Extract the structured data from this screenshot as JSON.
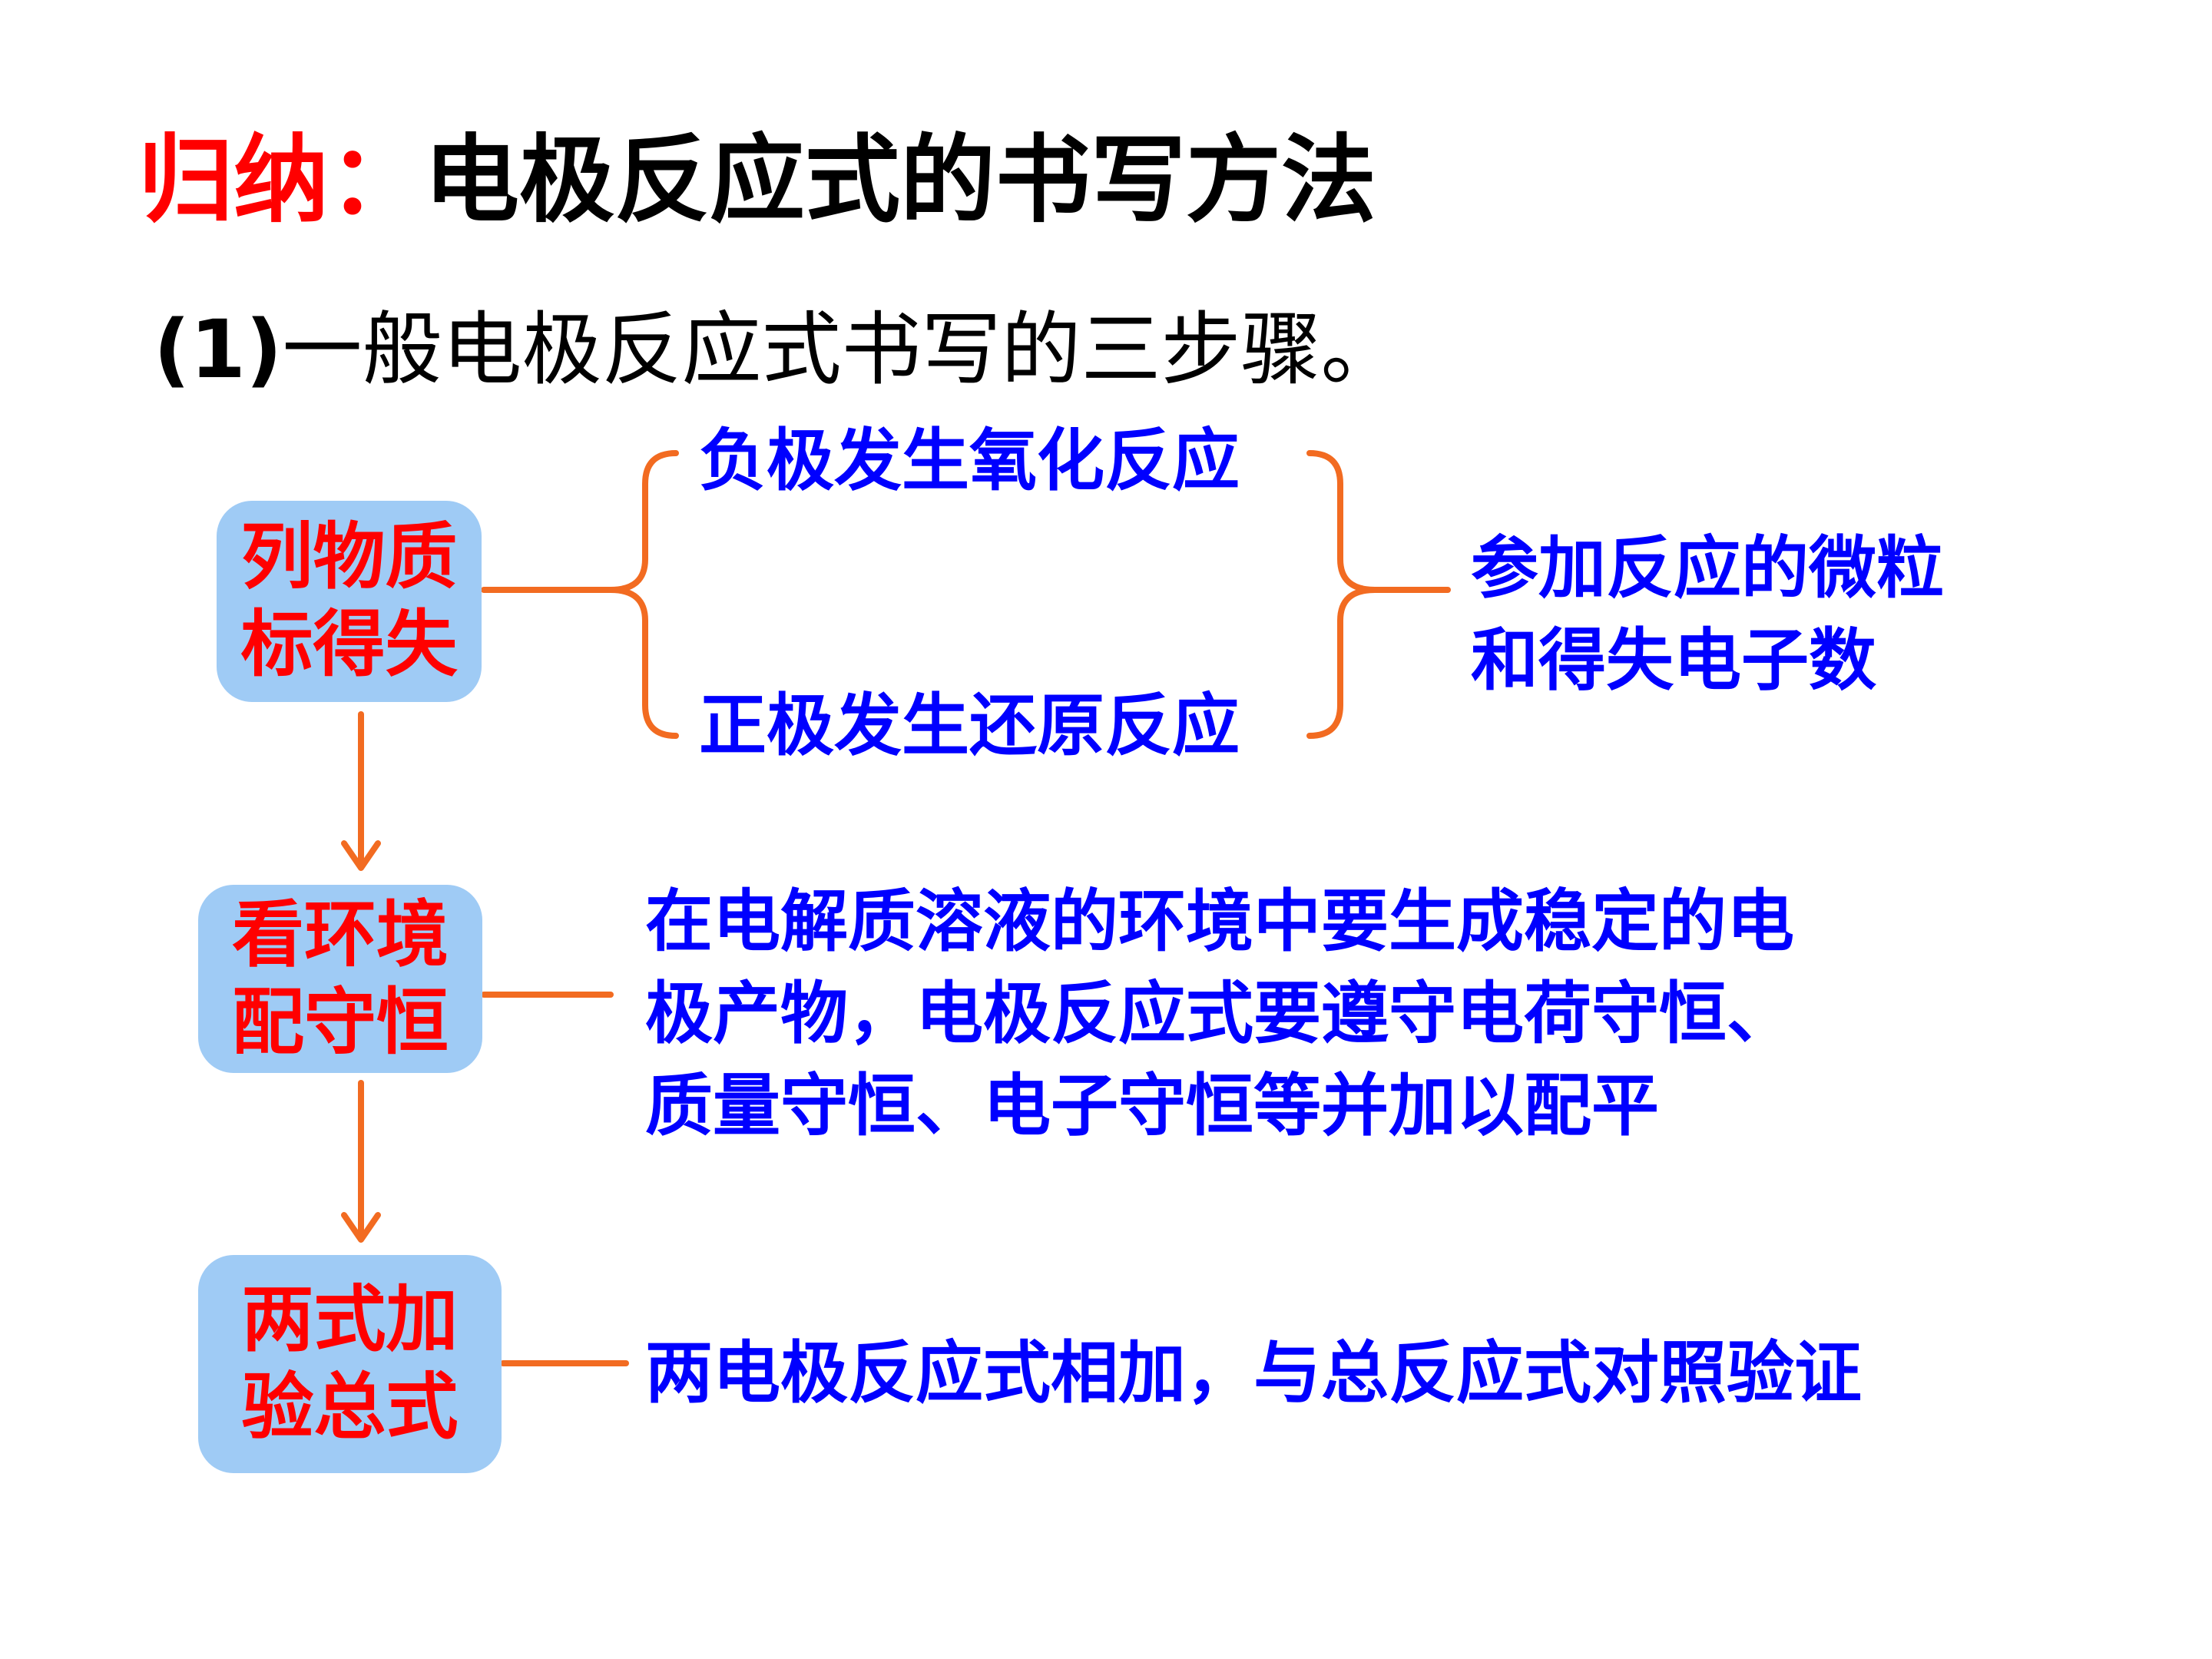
{
  "title": {
    "prefix": "归纳：",
    "main": "电极反应式的书写方法"
  },
  "subtitle": {
    "number": "(1)",
    "text": "一般电极反应式书写的三步骤。"
  },
  "steps": [
    {
      "line1": "列物质",
      "line2": "标得失"
    },
    {
      "line1": "看环境",
      "line2": "配守恒"
    },
    {
      "line1": "两式加",
      "line2": "验总式"
    }
  ],
  "step1_detail": {
    "negative": "负极发生氧化反应",
    "positive": "正极发生还原反应",
    "result_line1": "参加反应的微粒",
    "result_line2": "和得失电子数"
  },
  "step2_detail": {
    "lines": [
      "在电解质溶液的环境中要生成稳定的电",
      "极产物，电极反应式要遵守电荷守恒、",
      "质量守恒、电子守恒等并加以配平"
    ]
  },
  "step3_detail": {
    "text": "两电极反应式相加，与总反应式对照验证"
  },
  "colors": {
    "connector": "#f26b21",
    "box": "#9fcbf5",
    "step_text": "#ff0000",
    "detail_text": "#0000ff"
  }
}
